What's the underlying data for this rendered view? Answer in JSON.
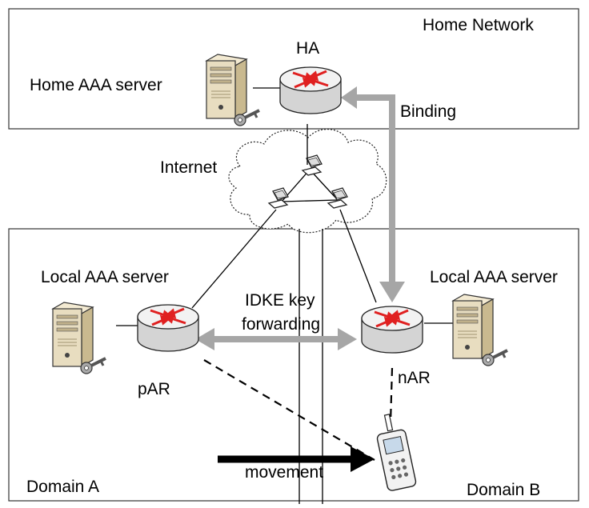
{
  "labels": {
    "home_network": "Home Network",
    "ha": "HA",
    "home_aaa_server": "Home AAA server",
    "binding": "Binding",
    "internet": "Internet",
    "local_aaa_server_left": "Local AAA server",
    "local_aaa_server_right": "Local AAA server",
    "idke_line1": "IDKE key",
    "idke_line2": "forwarding",
    "par": "pAR",
    "nar": "nAR",
    "movement": "movement",
    "domain_a": "Domain A",
    "domain_b": "Domain B"
  },
  "colors": {
    "arrow_gray": "#a6a6a6",
    "router_body": "#e6e6e6",
    "router_arrow": "#e02020",
    "server_beige": "#e8ddc0",
    "line": "#000000"
  },
  "icons": {
    "router": "router-icon",
    "server": "server-icon",
    "key": "key-icon",
    "computer": "computer-icon",
    "phone": "mobile-phone-icon",
    "cloud": "cloud-icon"
  }
}
